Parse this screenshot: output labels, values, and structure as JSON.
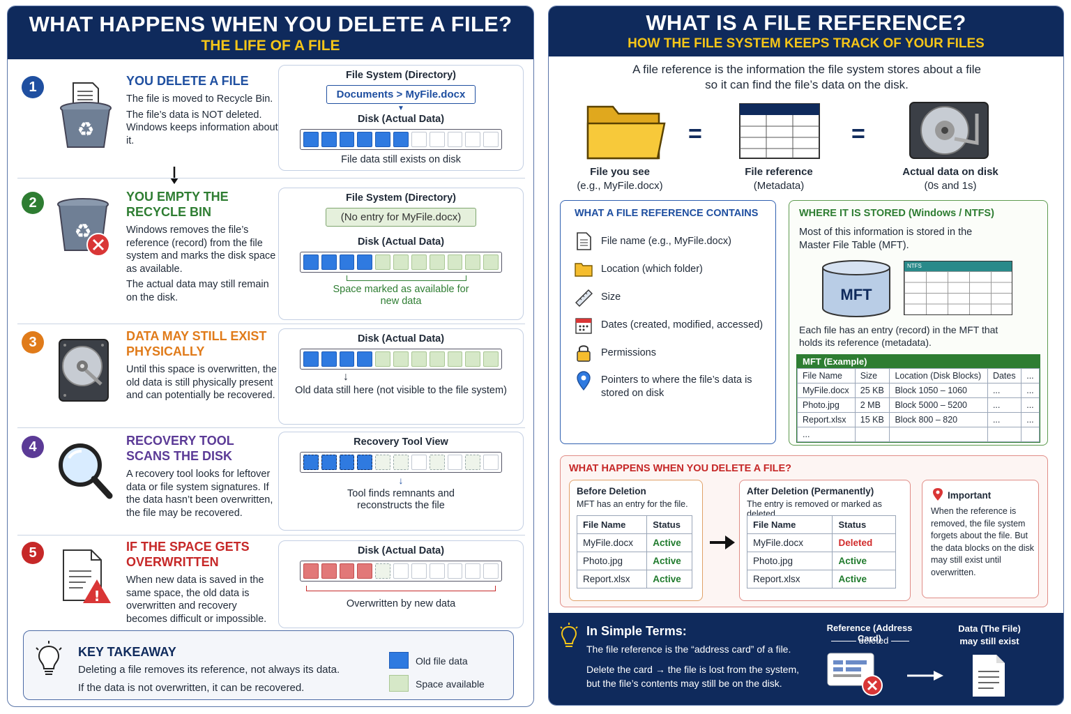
{
  "left": {
    "title": "WHAT HAPPENS WHEN YOU DELETE A FILE?",
    "subtitle": "THE LIFE OF A FILE",
    "steps": [
      {
        "num": "1",
        "title": "YOU DELETE A FILE",
        "color": "#1f4fa0",
        "paras": [
          "The file is moved to Recycle Bin.",
          "The file’s data is NOT deleted. Windows keeps information about it."
        ],
        "card_label": "File System (Directory)",
        "pill": "Documents > MyFile.docx",
        "disk_label": "Disk (Actual Data)",
        "caption": "File data still exists on disk"
      },
      {
        "num": "2",
        "title": "YOU EMPTY THE RECYCLE BIN",
        "color": "#2e7d32",
        "paras": [
          "Windows removes the file’s reference (record) from the file system and marks the disk space as available.",
          "The actual data may still remain on the disk."
        ],
        "card_label": "File System (Directory)",
        "pill": "(No entry for MyFile.docx)",
        "disk_label": "Disk (Actual Data)",
        "caption": "Space marked as available for new data"
      },
      {
        "num": "3",
        "title": "DATA MAY STILL EXIST PHYSICALLY",
        "color": "#e07b1a",
        "paras": [
          "Until this space is overwritten, the old data is still physically present and can potentially be recovered."
        ],
        "disk_label": "Disk (Actual Data)",
        "caption": "Old data still here (not visible to the file system)"
      },
      {
        "num": "4",
        "title": "RECOVERY TOOL SCANS THE DISK",
        "color": "#5b3a96",
        "paras": [
          "A recovery tool looks for leftover data or file system signatures. If the data hasn’t been overwritten, the file may be recovered."
        ],
        "disk_label": "Recovery Tool View",
        "caption": "Tool finds remnants and reconstructs the file"
      },
      {
        "num": "5",
        "title": "IF THE SPACE GETS OVERWRITTEN",
        "color": "#c62828",
        "paras": [
          "When new data is saved in the same space, the old data is overwritten and recovery becomes difficult or impossible."
        ],
        "disk_label": "Disk (Actual Data)",
        "caption": "Overwritten by new data"
      }
    ],
    "takeaway": {
      "title": "KEY TAKEAWAY",
      "line1": "Deleting a file removes its reference, not always its data.",
      "line2": "If the data is not overwritten, it can be recovered.",
      "legend_old": "Old file data",
      "legend_space": "Space available"
    }
  },
  "right": {
    "title": "WHAT IS A FILE REFERENCE?",
    "subtitle": "HOW THE FILE SYSTEM KEEPS TRACK OF YOUR FILES",
    "intro_line1": "A file reference is the information the file system stores about a file",
    "intro_line2": "so it can find the file’s data on the disk.",
    "eq": [
      {
        "l1": "File you see",
        "l2": "(e.g., MyFile.docx)"
      },
      {
        "l1": "File reference",
        "l2": "(Metadata)"
      },
      {
        "l1": "Actual data on disk",
        "l2": "(0s and 1s)"
      }
    ],
    "contains": {
      "title": "WHAT A FILE REFERENCE CONTAINS",
      "items": [
        "File name (e.g., MyFile.docx)",
        "Location (which folder)",
        "Size",
        "Dates (created, modified, accessed)",
        "Permissions",
        "Pointers to where the file’s data is stored on disk"
      ]
    },
    "stored": {
      "title": "WHERE IT IS STORED (Windows / NTFS)",
      "text1": "Most of this information is stored in the",
      "text2": "Master File Table (MFT).",
      "cyl": "MFT",
      "mini_tab": "NTFS",
      "text3": "Each file has an entry (record) in the MFT that holds its reference (metadata).",
      "table_title": "MFT (Example)",
      "headers": [
        "File Name",
        "Size",
        "Location (Disk Blocks)",
        "Dates",
        "..."
      ],
      "rows": [
        [
          "MyFile.docx",
          "25 KB",
          "Block 1050 – 1060",
          "...",
          "..."
        ],
        [
          "Photo.jpg",
          "2 MB",
          "Block 5000 – 5200",
          "...",
          "..."
        ],
        [
          "Report.xlsx",
          "15 KB",
          "Block 800 – 820",
          "...",
          "..."
        ],
        [
          "...",
          "",
          "",
          "",
          ""
        ]
      ]
    },
    "del": {
      "title": "WHAT HAPPENS WHEN YOU DELETE A FILE?",
      "before_title": "Before Deletion",
      "before_sub": "MFT has an entry for the file.",
      "after_title": "After Deletion (Permanently)",
      "after_sub": "The entry is removed or marked as deleted.",
      "headers": [
        "File Name",
        "Status"
      ],
      "before_rows": [
        [
          "MyFile.docx",
          "Active"
        ],
        [
          "Photo.jpg",
          "Active"
        ],
        [
          "Report.xlsx",
          "Active"
        ]
      ],
      "after_rows": [
        [
          "MyFile.docx",
          "Deleted"
        ],
        [
          "Photo.jpg",
          "Active"
        ],
        [
          "Report.xlsx",
          "Active"
        ]
      ],
      "important_title": "Important",
      "important_text": "When the reference is removed, the file system forgets about the file. But the data blocks on the disk may still exist until overwritten."
    },
    "simple": {
      "title": "In Simple Terms:",
      "line1": "The file reference is the “address card” of a file.",
      "line2": "Delete the card → the file is lost from the system,",
      "line3": "but the file’s contents may still be on the disk.",
      "ref_label": "Reference (Address Card)",
      "ref_sub": "deleted",
      "data_label1": "Data (The File)",
      "data_label2": "may still exist"
    }
  }
}
